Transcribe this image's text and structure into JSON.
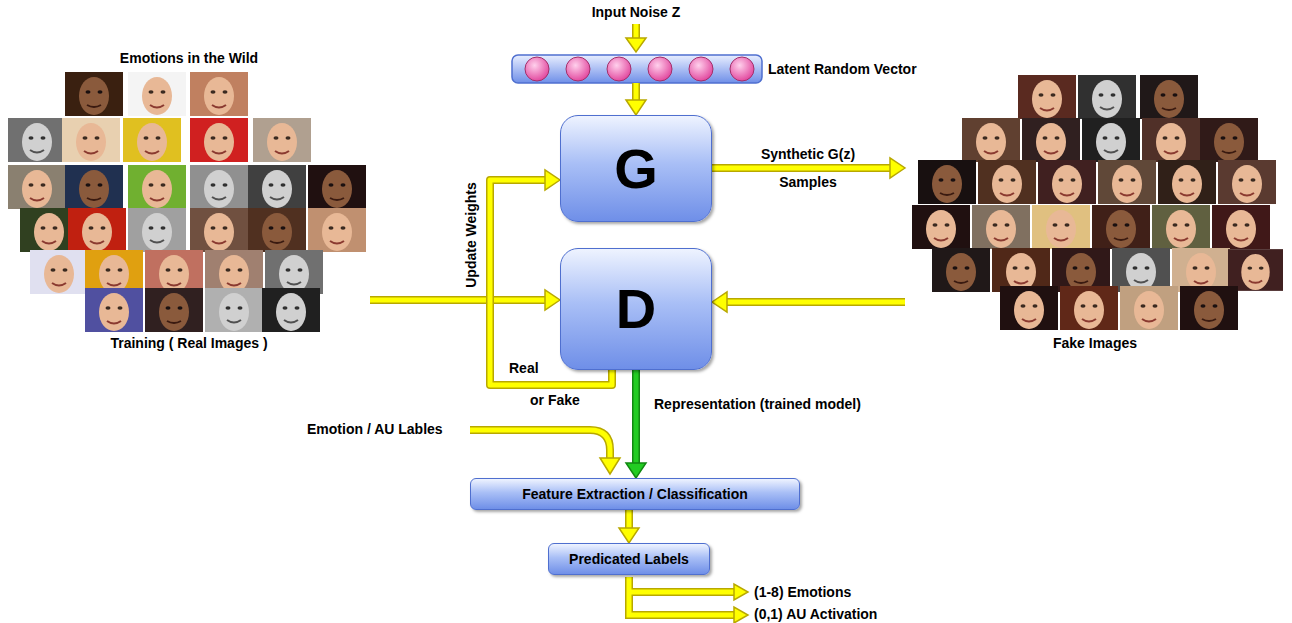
{
  "diagram": {
    "nodes": [
      {
        "text": [
          "Emotions in the Wild",
          "Training ( Real Images )"
        ]
      },
      {
        "text": [
          "Latent Random Vector"
        ]
      },
      {
        "text": [
          "G"
        ]
      },
      {
        "text": [
          "D"
        ]
      },
      {
        "text": [
          "Fake Images"
        ]
      },
      {
        "text": [
          "Feature Extraction / Classification"
        ]
      },
      {
        "text": [
          "Predicated Labels"
        ]
      }
    ],
    "edges": [
      {
        "from": 1,
        "to": 2,
        "arrow": "to"
      },
      {
        "from": 2,
        "to": 4,
        "arrow": "to",
        "label": "Synthetic G(z)"
      },
      {
        "from": 0,
        "to": 3,
        "arrow": "to"
      },
      {
        "from": 4,
        "to": 3,
        "arrow": "to"
      },
      {
        "from": 3,
        "to": 2,
        "arrow": "to",
        "label": "Update Weights"
      },
      {
        "from": 3,
        "to": 5,
        "arrow": "to",
        "label": "Representation (trained model)"
      },
      {
        "from": 5,
        "to": 6,
        "arrow": "to"
      }
    ],
    "labels": [
      "Input Noise Z",
      "Samples",
      "Real",
      "or Fake",
      "Emotion / AU Lables",
      "(1-8) Emotions",
      "(0,1) AU Activation"
    ]
  }
}
